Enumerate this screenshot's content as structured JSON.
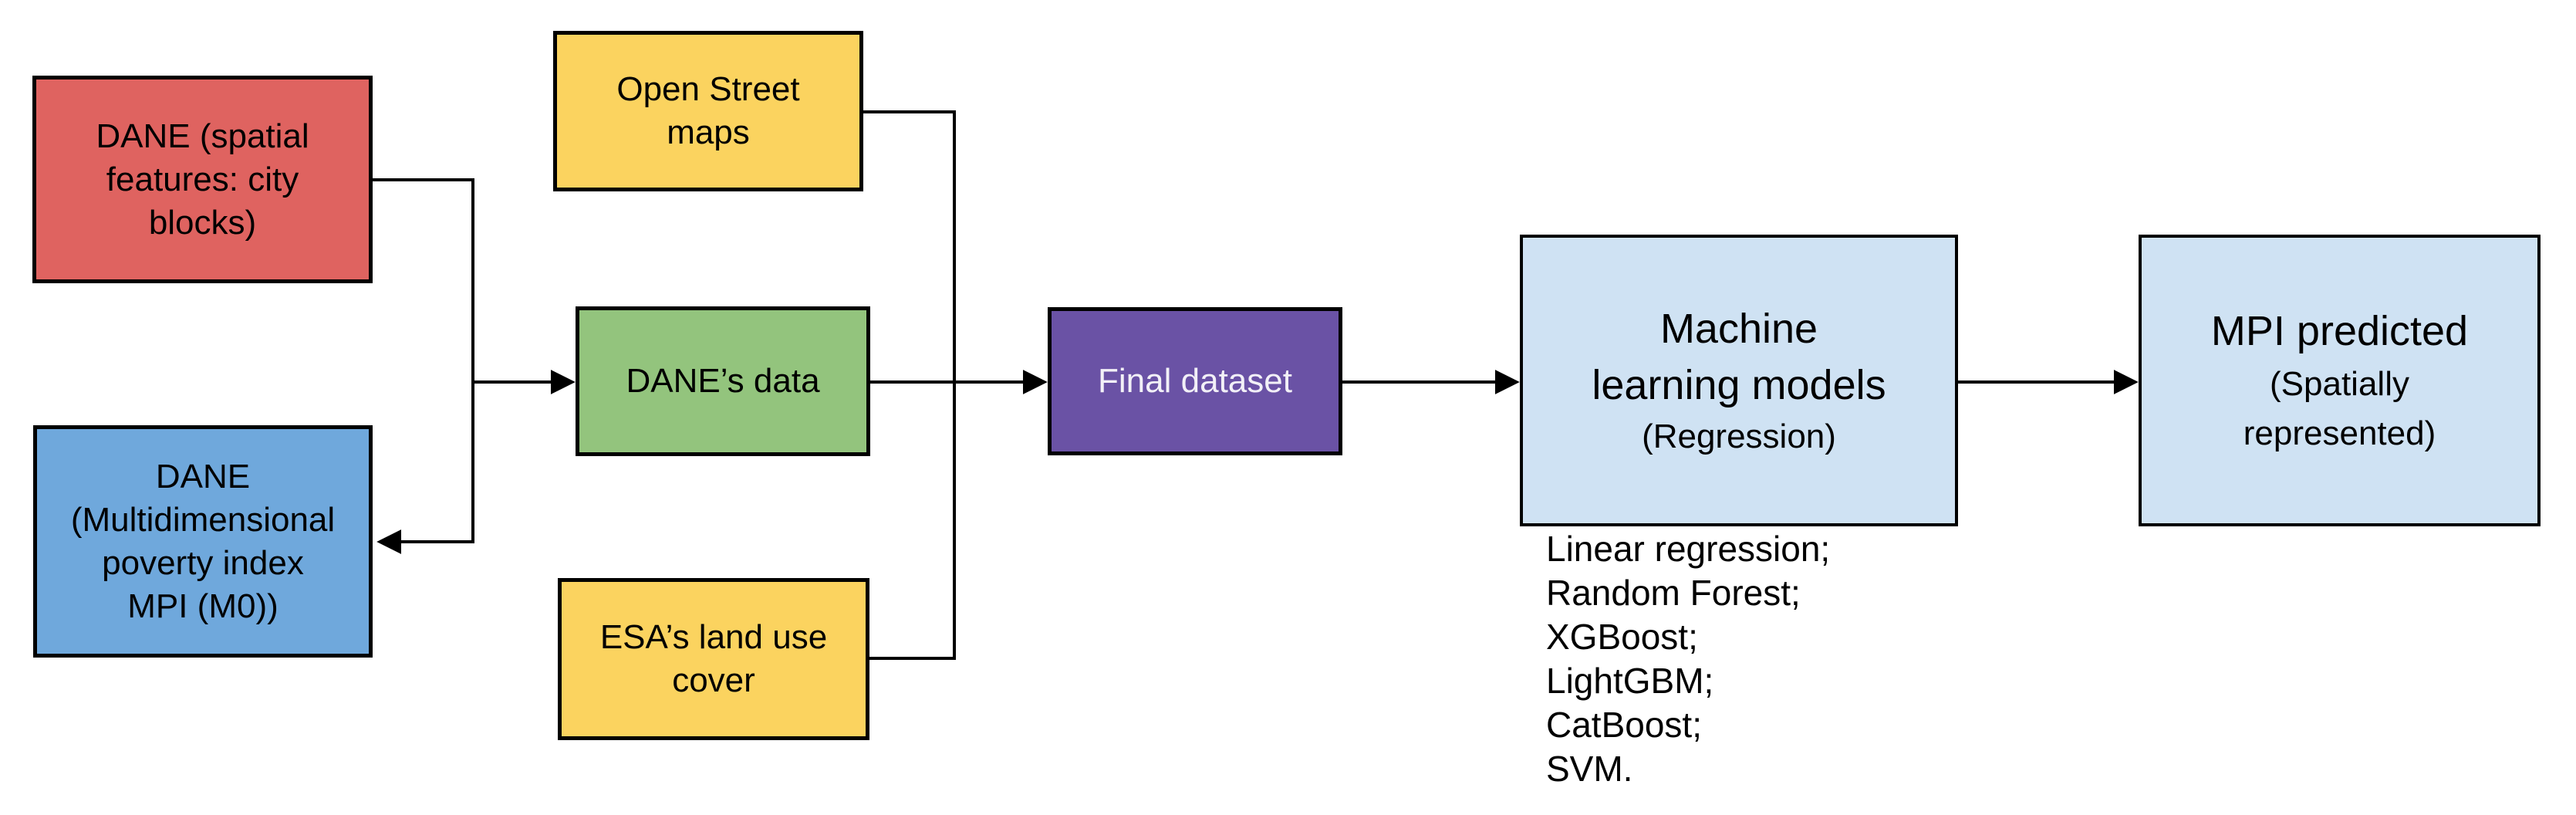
{
  "colors": {
    "red_box": "#df6360",
    "blue_box": "#6fa8dc",
    "yellow_box": "#fbd35f",
    "green_box": "#93c47d",
    "purple_box": "#6a52a5",
    "light_blue_box": "#cfe2f3",
    "line": "#000000",
    "text": "#000000",
    "purple_box_text": "#f2f0f7"
  },
  "boxes": {
    "dane_spatial": {
      "label": "DANE (spatial\nfeatures: city\nblocks)"
    },
    "dane_mpi": {
      "label": "DANE\n(Multidimensional\npoverty index\nMPI (M0))"
    },
    "open_street": {
      "label": "Open Street\nmaps"
    },
    "dane_data": {
      "label": "DANE’s data"
    },
    "esa_land_use": {
      "label": "ESA’s land use\ncover"
    },
    "final_dataset": {
      "label": "Final dataset"
    },
    "ml_models": {
      "title": "Machine\nlearning models",
      "subtitle": "(Regression)"
    },
    "mpi_predicted": {
      "title": "MPI predicted",
      "subtitle": "(Spatially\nrepresented)"
    }
  },
  "model_list": {
    "items": [
      "Linear regression;",
      "Random Forest;",
      "XGBoost;",
      "LightGBM;",
      "CatBoost;",
      "SVM."
    ]
  }
}
